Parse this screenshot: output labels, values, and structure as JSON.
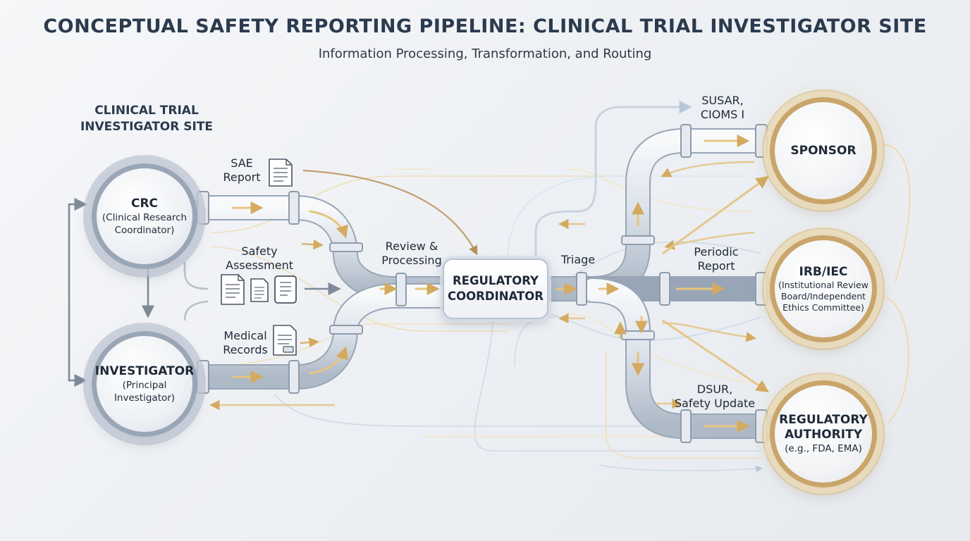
{
  "title": "CONCEPTUAL SAFETY REPORTING PIPELINE: CLINICAL TRIAL INVESTIGATOR SITE",
  "subtitle": "Information Processing, Transformation, and Routing",
  "site_label": "CLINICAL TRIAL\nINVESTIGATOR SITE",
  "nodes": {
    "crc": {
      "title": "CRC",
      "subtitle": "(Clinical Research\nCoordinator)"
    },
    "investigator": {
      "title": "INVESTIGATOR",
      "subtitle": "(Principal\nInvestigator)"
    },
    "hub": {
      "title": "REGULATORY\nCOORDINATOR"
    },
    "sponsor": {
      "title": "SPONSOR"
    },
    "irb": {
      "title": "IRB/IEC",
      "subtitle": "(Institutional Review\nBoard/Independent\nEthics Committee)"
    },
    "authority": {
      "title": "REGULATORY\nAUTHORITY",
      "subtitle": "(e.g., FDA, EMA)"
    }
  },
  "labels": {
    "sae_report": "SAE\nReport",
    "safety_assessment": "Safety\nAssessment",
    "medical_records": "Medical\nRecords",
    "review_processing": "Review &\nProcessing",
    "triage": "Triage",
    "susar": "SUSAR,\nCIOMS I",
    "periodic_report": "Periodic\nReport",
    "dsur": "DSUR,\nSafety Update"
  },
  "icons": [
    "document-icon",
    "document-icon",
    "document-icon",
    "tablet-icon",
    "document-icon"
  ],
  "colors": {
    "pipe": "#c9d3df",
    "pipe_edge": "#8e9bad",
    "gold": "#d9b36e",
    "blue_line": "#c5d6e8",
    "node_gold": "#c9a56a",
    "node_gray": "#9aa6b6",
    "arrow_gray": "#7f8a98"
  }
}
